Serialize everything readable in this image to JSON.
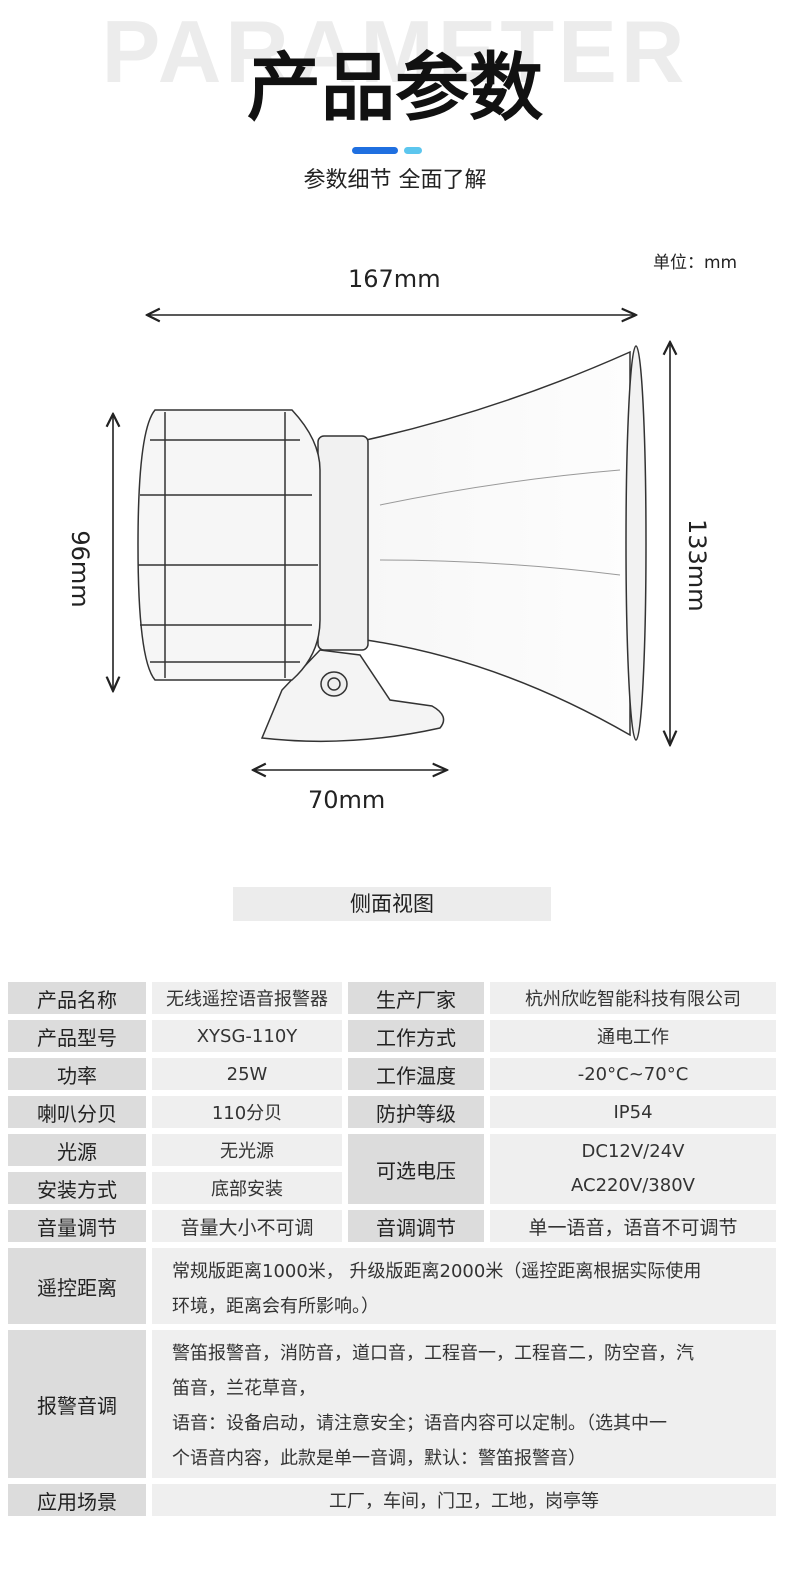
{
  "header": {
    "bg_word": "PARAMETER",
    "title": "产品参数",
    "subtitle": "参数细节 全面了解",
    "accent_colors": [
      "#1f6fe0",
      "#5cc6ee"
    ]
  },
  "diagram": {
    "unit": "单位：mm",
    "width_top": "167mm",
    "height_left": "96mm",
    "height_right": "133mm",
    "width_base": "70mm",
    "caption": "侧面视图"
  },
  "specs": {
    "r1": {
      "l1": "产品名称",
      "v1": "无线遥控语音报警器",
      "l2": "生产厂家",
      "v2": "杭州欣屹智能科技有限公司"
    },
    "r2": {
      "l1": "产品型号",
      "v1": "XYSG-110Y",
      "l2": "工作方式",
      "v2": "通电工作"
    },
    "r3": {
      "l1": "功率",
      "v1": "25W",
      "l2": "工作温度",
      "v2": "-20°C~70°C"
    },
    "r4": {
      "l1": "喇叭分贝",
      "v1": "110分贝",
      "l2": "防护等级",
      "v2": "IP54"
    },
    "r5": {
      "l1": "光源",
      "v1": "无光源",
      "l2": "可选电压",
      "v2a": "DC12V/24V",
      "v2b": "AC220V/380V"
    },
    "r6": {
      "l1": "安装方式",
      "v1": "底部安装"
    },
    "r7": {
      "l1": "音量调节",
      "v1": "音量大小不可调",
      "l2": "音调调节",
      "v2": "单一语音，语音不可调节"
    },
    "r8": {
      "l1": "遥控距离",
      "line1": "常规版距离1000米， 升级版距离2000米（遥控距离根据实际使用",
      "line2": "环境，距离会有所影响。）"
    },
    "r9": {
      "l1": "报警音调",
      "line1": "警笛报警音，消防音，道口音，工程音一，工程音二，防空音，汽",
      "line2": "笛音，兰花草音，",
      "line3": "语音：设备启动，请注意安全；语音内容可以定制。（选其中一",
      "line4": "个语音内容，此款是单一音调，默认：警笛报警音）"
    },
    "r10": {
      "l1": "应用场景",
      "v1": "工厂，车间，门卫，工地，岗亭等"
    }
  }
}
